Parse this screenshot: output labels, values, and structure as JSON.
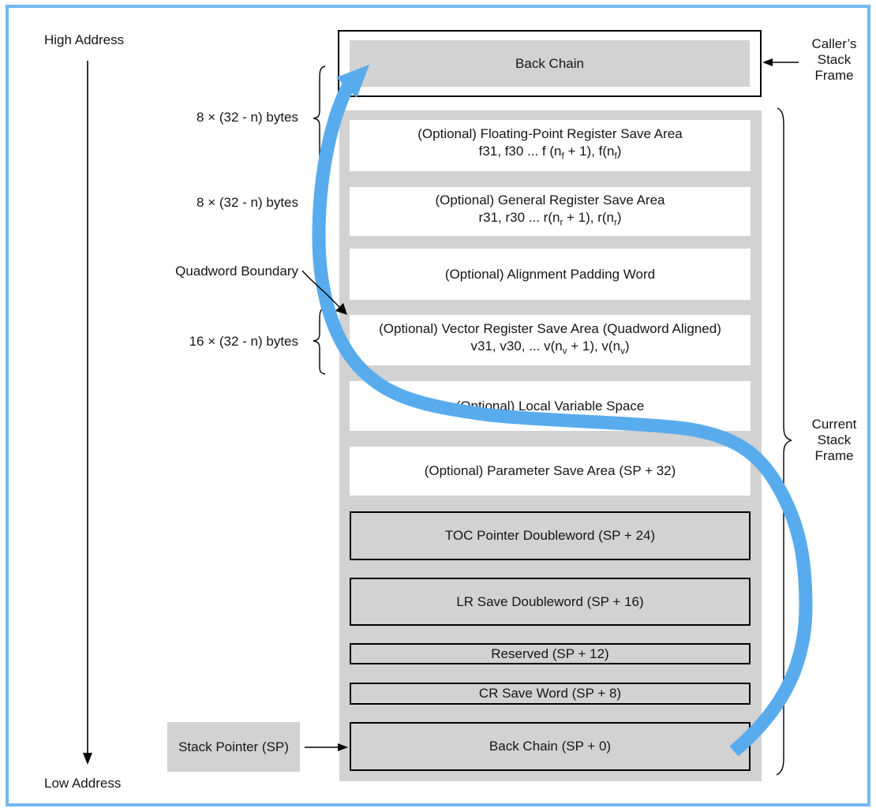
{
  "colors": {
    "frame_border": "#74b8f0",
    "box_gray": "#d2d2d2",
    "arrow_blue": "#58acee",
    "ink": "#161616"
  },
  "side_labels": {
    "high_address": "High Address",
    "low_address": "Low Address",
    "fp_size": "8 × (32 - n) bytes",
    "gr_size": "8 × (32 - n) bytes",
    "quadword_boundary": "Quadword Boundary",
    "vr_size": "16 × (32 - n) bytes",
    "stack_pointer": "Stack Pointer (SP)",
    "callers_frame": "Caller’s\nStack\nFrame",
    "current_frame": "Current\nStack\nFrame"
  },
  "caller_frame": {
    "back_chain": "Back Chain"
  },
  "stack": {
    "rows": [
      {
        "title": "(Optional) Floating-Point Register Save Area",
        "detail_html": "f31, f30 ... f (n<sub>f</sub> + 1), f(n<sub>f</sub>)"
      },
      {
        "title": "(Optional) General Register Save Area",
        "detail_html": "r31, r30 ... r(n<sub>r</sub> + 1), r(n<sub>r</sub>)"
      },
      {
        "title": "(Optional) Alignment Padding Word"
      },
      {
        "title": "(Optional) Vector Register Save Area (Quadword Aligned)",
        "detail_html": "v31, v30, ... v(n<sub>v</sub> + 1), v(n<sub>v</sub>)"
      },
      {
        "title": "(Optional) Local Variable Space"
      },
      {
        "title": "(Optional) Parameter Save Area (SP + 32)"
      },
      {
        "title": "TOC Pointer Doubleword (SP + 24)"
      },
      {
        "title": "LR Save Doubleword (SP + 16)"
      },
      {
        "title": "Reserved (SP + 12)"
      },
      {
        "title": "CR Save Word (SP + 8)"
      },
      {
        "title": "Back Chain (SP + 0)"
      }
    ]
  }
}
